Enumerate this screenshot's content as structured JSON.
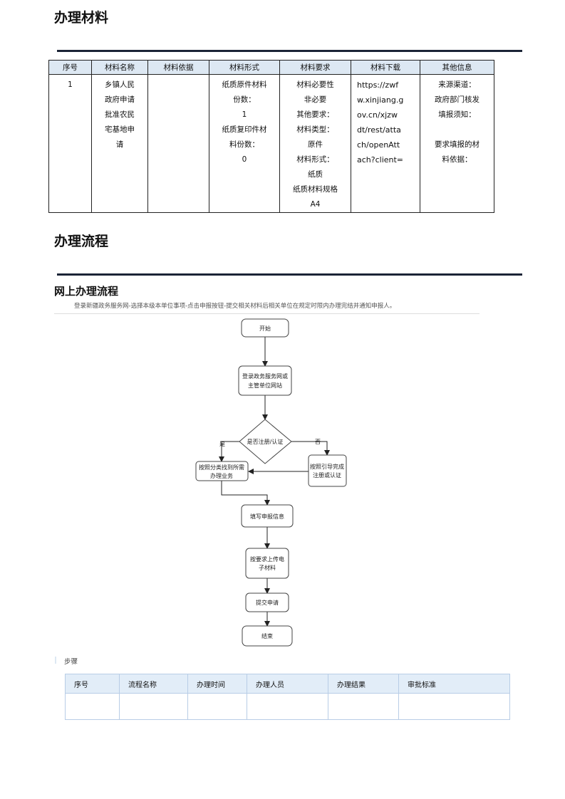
{
  "section1": {
    "title": "办理材料"
  },
  "materials": {
    "headers": [
      "序号",
      "材料名称",
      "材料依据",
      "材料形式",
      "材料要求",
      "材料下载",
      "其他信息"
    ],
    "row": {
      "index": [
        "1"
      ],
      "name": [
        "乡镇人民",
        "政府申请",
        "批准农民",
        "宅基地申",
        "请"
      ],
      "basis": [],
      "form": [
        "纸质原件材料",
        "份数：",
        "1",
        "纸质复印件材",
        "料份数：",
        "0"
      ],
      "requirement": [
        "材料必要性",
        "非必要",
        "其他要求：",
        "材料类型：",
        "原件",
        "材料形式：",
        "纸质",
        "纸质材料规格",
        "A4"
      ],
      "download": [
        "https://zwf",
        "w.xinjiang.g",
        "ov.cn/xjzw",
        "dt/rest/atta",
        "ch/openAtt",
        "ach?client="
      ],
      "other": [
        "来源渠道：",
        "政府部门核发",
        "填报须知：",
        "",
        "要求填报的材",
        "料依据："
      ]
    }
  },
  "section2": {
    "title": "办理流程"
  },
  "online": {
    "title": "网上办理流程",
    "intro": "登录新疆政务服务网-选择本级本单位事项-点击申报按钮-提交相关材料后相关单位在规定时限内办理完结并通知申报人。"
  },
  "flowchart": {
    "start": "开始",
    "login": [
      "登录政务服务网或",
      "主管单位网站"
    ],
    "decision": "是否注册/认证",
    "yes": "是",
    "no": "否",
    "guide": [
      "按照引导完成",
      "注册或认证"
    ],
    "find": [
      "按照分类找到所需",
      "办理业务"
    ],
    "fill": "填写申报信息",
    "upload": [
      "按要求上传电",
      "子材料"
    ],
    "submit": "提交申请",
    "end": "结束"
  },
  "steps": {
    "label": "步骤",
    "headers": [
      "序号",
      "流程名称",
      "办理时间",
      "办理人员",
      "办理结果",
      "审批标准"
    ]
  }
}
